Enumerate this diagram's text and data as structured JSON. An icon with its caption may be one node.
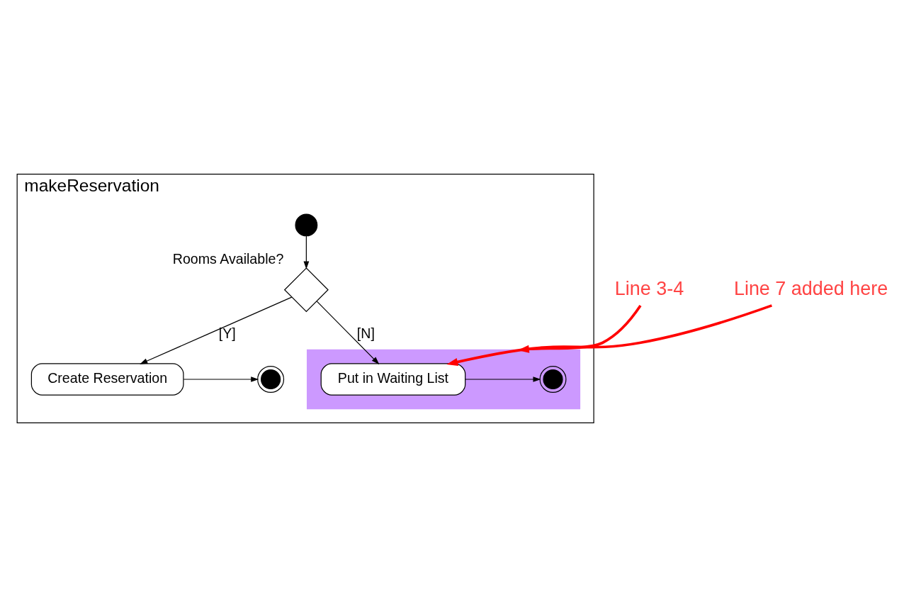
{
  "diagram": {
    "nodes": [
      {
        "text": [
          "makeReservation"
        ]
      },
      {
        "text": [],
        "shape": "circle",
        "in": 0
      },
      {
        "text": [],
        "shape": "diamond",
        "in": 0,
        "beside": [
          "Rooms Available?"
        ]
      },
      {
        "text": [],
        "shape": "box",
        "in": 0
      },
      {
        "text": [
          "Put in Waiting List"
        ],
        "in": 3
      },
      {
        "text": [],
        "shape": "bullseye",
        "in": 3
      },
      {
        "text": [
          "Create Reservation"
        ],
        "in": 0
      },
      {
        "text": [],
        "shape": "bullseye",
        "in": 0
      },
      {
        "text": [
          "Line 3-4"
        ]
      },
      {
        "text": [
          "Line 7 added here"
        ]
      }
    ],
    "edges": [
      {
        "from": 1,
        "to": 2,
        "arrow": "to"
      },
      {
        "from": 2,
        "to": 4,
        "arrow": "to",
        "label": "[N]"
      },
      {
        "from": 4,
        "to": 5,
        "arrow": "to"
      },
      {
        "from": 2,
        "to": 6,
        "arrow": "to",
        "label": "[Y]"
      },
      {
        "from": 6,
        "to": 7,
        "arrow": "to"
      },
      {
        "from": 8,
        "to": 3,
        "arrow": "to",
        "style": "thick",
        "color": "#ff0000"
      },
      {
        "from": 9,
        "to": 4,
        "arrow": "to",
        "style": "thick",
        "color": "#ff0000"
      }
    ]
  }
}
